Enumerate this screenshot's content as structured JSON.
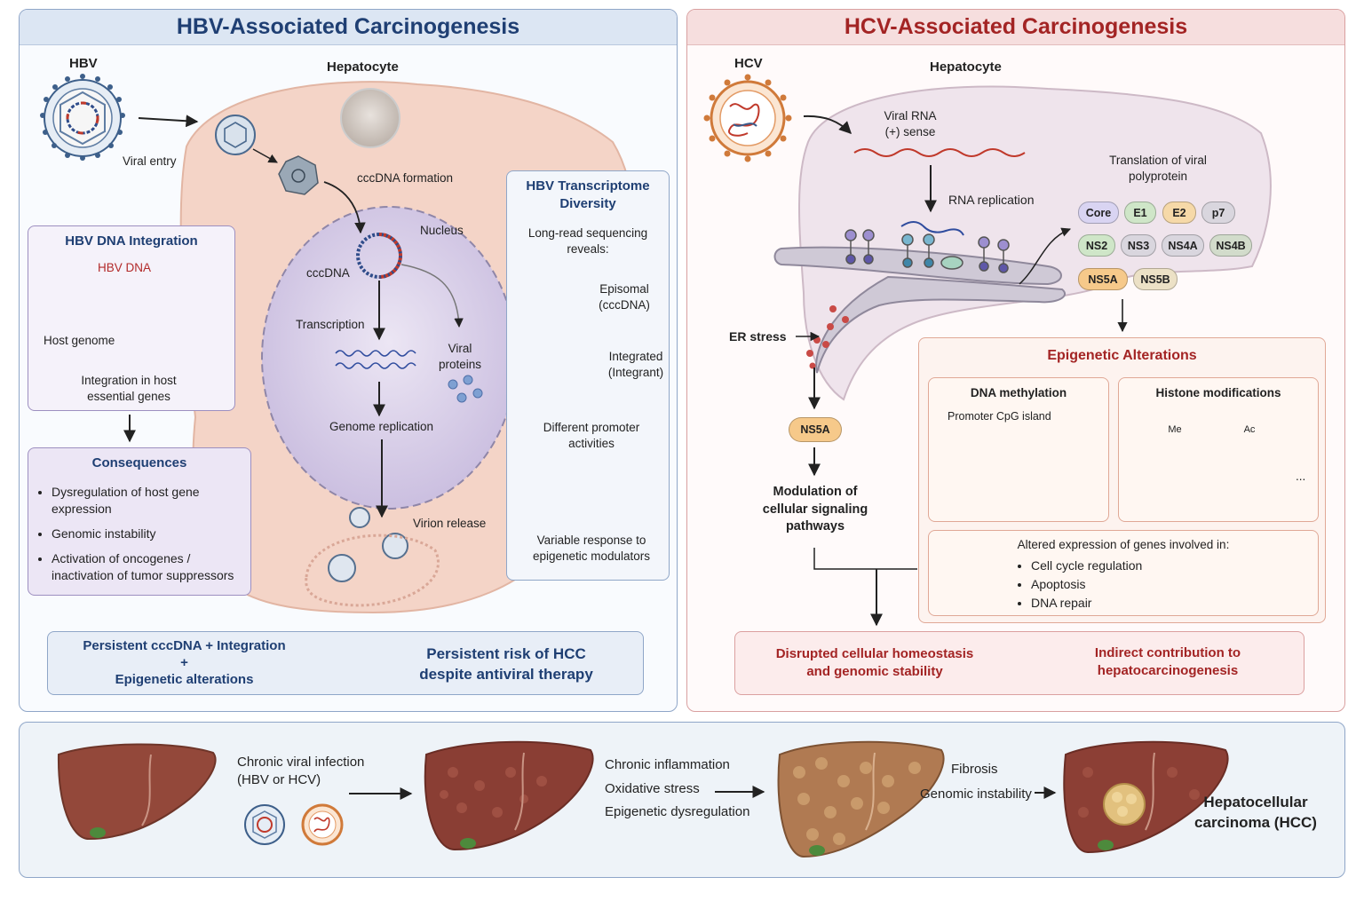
{
  "hbv": {
    "title": "HBV-Associated Carcinogenesis",
    "virus_label": "HBV",
    "hepatocyte_label": "Hepatocyte",
    "viral_entry": "Viral entry",
    "cccdna_formation": "cccDNA formation",
    "nucleus": "Nucleus",
    "cccdna": "cccDNA",
    "transcription": "Transcription",
    "viral_proteins": "Viral proteins",
    "genome_replication": "Genome replication",
    "virion_release": "Virion release",
    "integration": {
      "title": "HBV DNA Integration",
      "hbv_dna": "HBV DNA",
      "host_genome": "Host genome",
      "integration_text": "Integration in host essential genes"
    },
    "consequences": {
      "title": "Consequences",
      "items": [
        "Dysregulation of host gene expression",
        "Genomic instability",
        "Activation of oncogenes / inactivation of tumor suppressors"
      ]
    },
    "transcriptome": {
      "title": "HBV Transcriptome Diversity",
      "intro": "Long-read sequencing reveals:",
      "episomal": "Episomal (cccDNA)",
      "integrated": "Integrated (Integrant)",
      "promoter": "Different promoter activities",
      "response": "Variable response to epigenetic modulators"
    },
    "summary": {
      "line1": "Persistent cccDNA + Integration",
      "plus": "+",
      "line3": "Epigenetic alterations",
      "result": "Persistent risk of HCC despite antiviral therapy"
    }
  },
  "hcv": {
    "title": "HCV-Associated Carcinogenesis",
    "virus_label": "HCV",
    "hepatocyte_label": "Hepatocyte",
    "viral_rna": "Viral RNA (+) sense",
    "rna_replication": "RNA replication",
    "translation": "Translation of viral polyprotein",
    "proteins": [
      {
        "label": "Core",
        "color": "#d9d4f2"
      },
      {
        "label": "E1",
        "color": "#cfe6c8"
      },
      {
        "label": "E2",
        "color": "#f6d9a8"
      },
      {
        "label": "p7",
        "color": "#d9d6de"
      },
      {
        "label": "NS2",
        "color": "#cfe6c8"
      },
      {
        "label": "NS3",
        "color": "#d9d6de"
      },
      {
        "label": "NS4A",
        "color": "#d9d6de"
      },
      {
        "label": "NS4B",
        "color": "#d2dccb"
      },
      {
        "label": "NS5A",
        "color": "#f6c98a"
      },
      {
        "label": "NS5B",
        "color": "#ece1c6"
      }
    ],
    "er_stress": "ER stress",
    "ns5a": "NS5A",
    "modulation": "Modulation of cellular signaling pathways",
    "epigenetic": {
      "title": "Epigenetic Alterations",
      "dna_methylation": "DNA methylation",
      "promoter_cpg": "Promoter CpG island",
      "histone": "Histone modifications",
      "me": "Me",
      "ac": "Ac",
      "ellipsis": "...",
      "altered_intro": "Altered expression of genes involved in:",
      "genes": [
        "Cell cycle regulation",
        "Apoptosis",
        "DNA repair"
      ]
    },
    "disrupted": "Disrupted cellular homeostasis and genomic stability",
    "indirect": "Indirect contribution to hepatocarcinogenesis"
  },
  "progression": {
    "step1": "Chronic viral infection (HBV or HCV)",
    "step2": [
      "Chronic inflammation",
      "Oxidative stress",
      "Epigenetic dysregulation"
    ],
    "step3": [
      "Fibrosis",
      "Genomic instability"
    ],
    "final": "Hepatocellular carcinoma (HCC)"
  },
  "colors": {
    "hbv_accent": "#1f3f73",
    "hcv_accent": "#a32424",
    "hbv_header_bg": "#dce6f3",
    "hcv_header_bg": "#f6dede"
  }
}
